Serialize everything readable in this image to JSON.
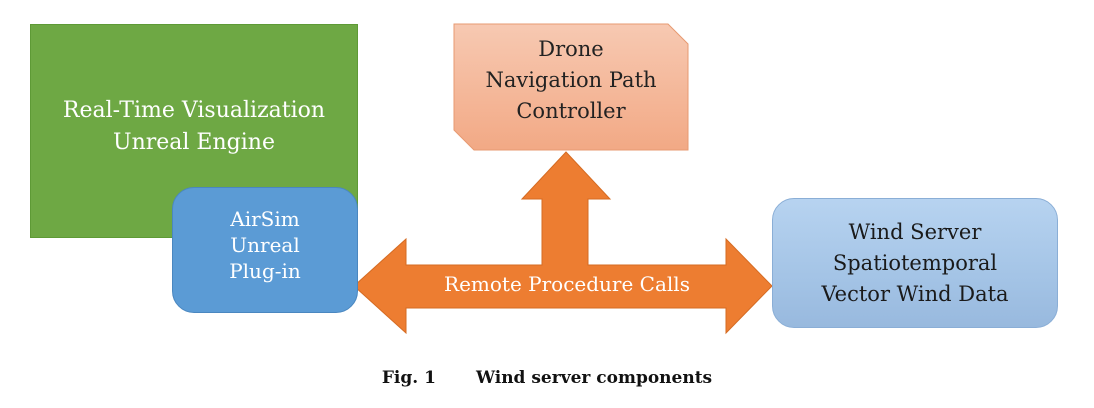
{
  "nodes": {
    "unreal_engine": {
      "lines": [
        "Real-Time Visualization",
        "Unreal Engine"
      ]
    },
    "airsim": {
      "lines": [
        "AirSim",
        "Unreal",
        "Plug-in"
      ]
    },
    "drone_controller": {
      "lines": [
        "Drone",
        "Navigation Path",
        "Controller"
      ]
    },
    "wind_server": {
      "lines": [
        "Wind Server",
        "Spatiotemporal",
        "Vector Wind Data"
      ]
    }
  },
  "connector": {
    "label": "Remote Procedure Calls"
  },
  "caption": {
    "number": "Fig. 1",
    "title": "Wind server components"
  },
  "colors": {
    "green": "#6ea844",
    "blue": "#5b9bd5",
    "salmon": "#f4b596",
    "orange": "#ed7d31",
    "light_blue": "#a4c4e6"
  }
}
